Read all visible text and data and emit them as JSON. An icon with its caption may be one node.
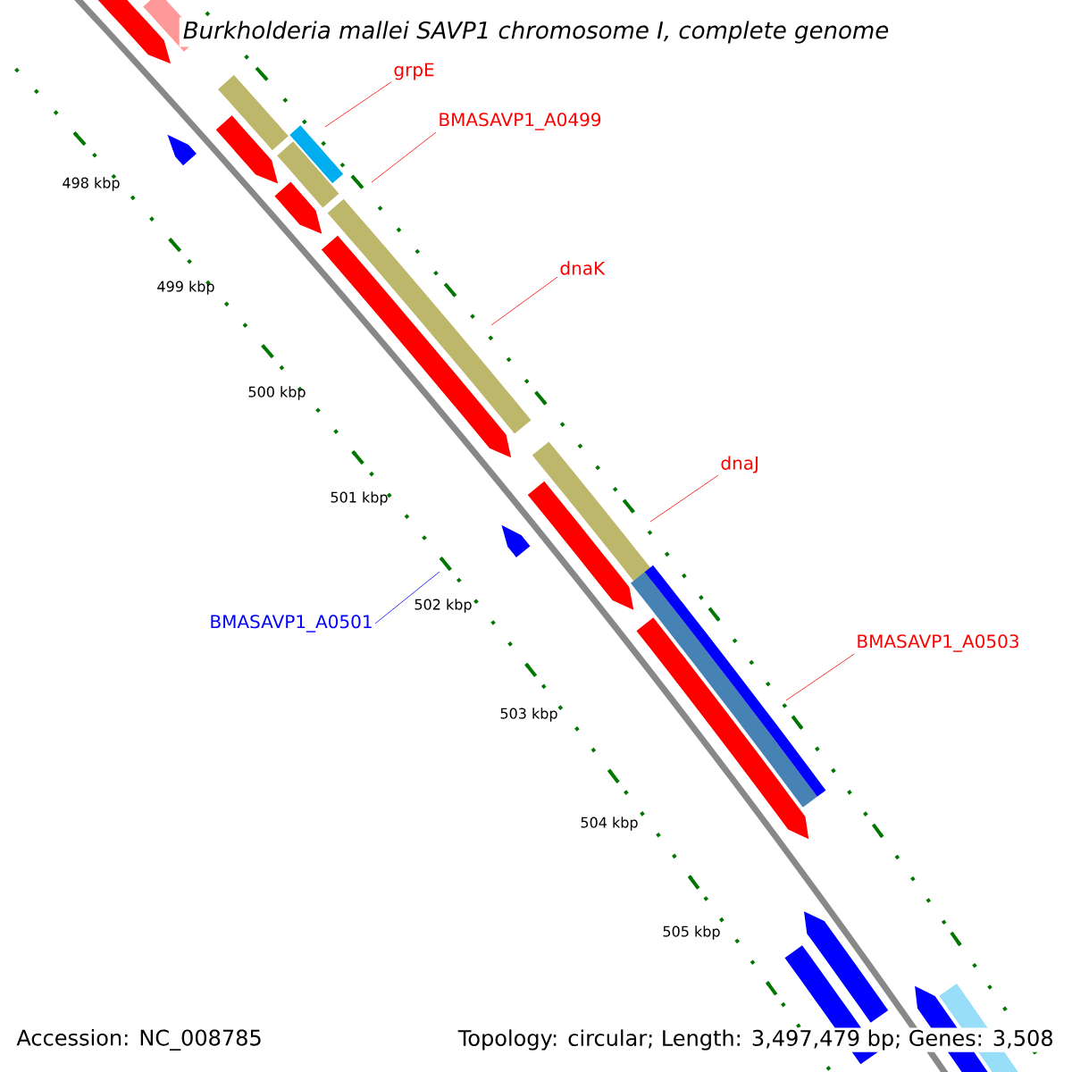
{
  "diagram": {
    "title": "Burkholderia mallei SAVP1 chromosome I, complete genome",
    "nodes": [
      {
        "text": [
          "grpE"
        ]
      },
      {
        "text": [
          "BMASAVP1_A0499"
        ]
      },
      {
        "text": [
          "dnaK"
        ]
      },
      {
        "text": [
          "dnaJ"
        ]
      },
      {
        "text": [
          "BMASAVP1_A0503"
        ]
      },
      {
        "text": [
          "BMASAVP1_A0501"
        ]
      }
    ],
    "edges": [
      {
        "from": 0,
        "to": null,
        "arrow": "none"
      },
      {
        "from": 1,
        "to": null,
        "arrow": "none"
      },
      {
        "from": 2,
        "to": null,
        "arrow": "none"
      },
      {
        "from": 3,
        "to": null,
        "arrow": "none"
      },
      {
        "from": 4,
        "to": null,
        "arrow": "none"
      },
      {
        "from": 5,
        "to": null,
        "arrow": "none",
        "color": "#0000ff"
      }
    ],
    "labels": [
      "498 kbp",
      "499 kbp",
      "500 kbp",
      "501 kbp",
      "502 kbp",
      "503 kbp",
      "504 kbp",
      "505 kbp",
      "Accession: NC_008785",
      "Topology: circular; Length: 3,497,479 bp; Genes: 3,508"
    ]
  }
}
